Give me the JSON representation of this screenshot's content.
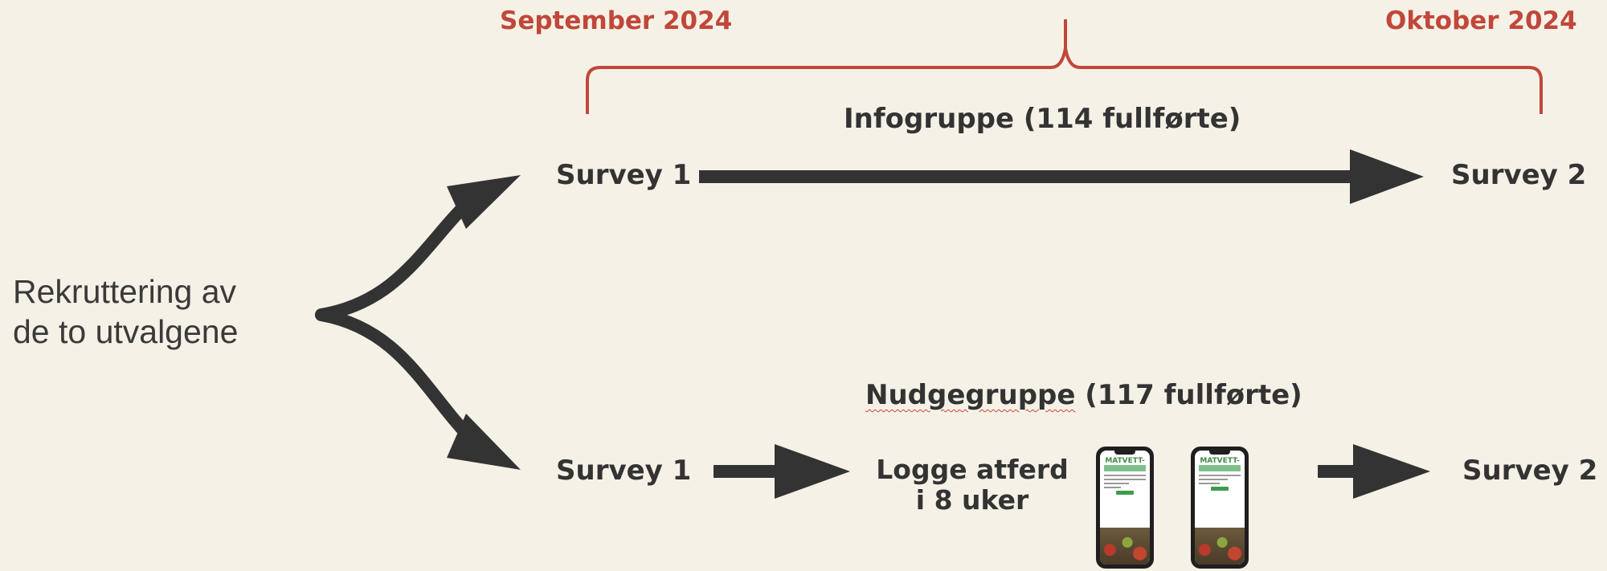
{
  "timeline": {
    "start_label": "September 2024",
    "end_label": "Oktober 2024"
  },
  "recruitment": {
    "line1": "Rekruttering av",
    "line2": "de to utvalgene"
  },
  "info_group": {
    "title": "Infogruppe (114 fullførte)",
    "survey_start": "Survey 1",
    "survey_end": "Survey 2"
  },
  "nudge_group": {
    "title_word": "Nudgegruppe",
    "title_rest": " (117 fullførte)",
    "survey_start": "Survey 1",
    "logging_line1": "Logge atferd",
    "logging_line2": "i 8 uker",
    "survey_end": "Survey 2",
    "phone_app_name": "MATVETT-"
  },
  "colors": {
    "accent_red": "#c0473a",
    "ink": "#333333",
    "background": "#f6f1e6"
  }
}
